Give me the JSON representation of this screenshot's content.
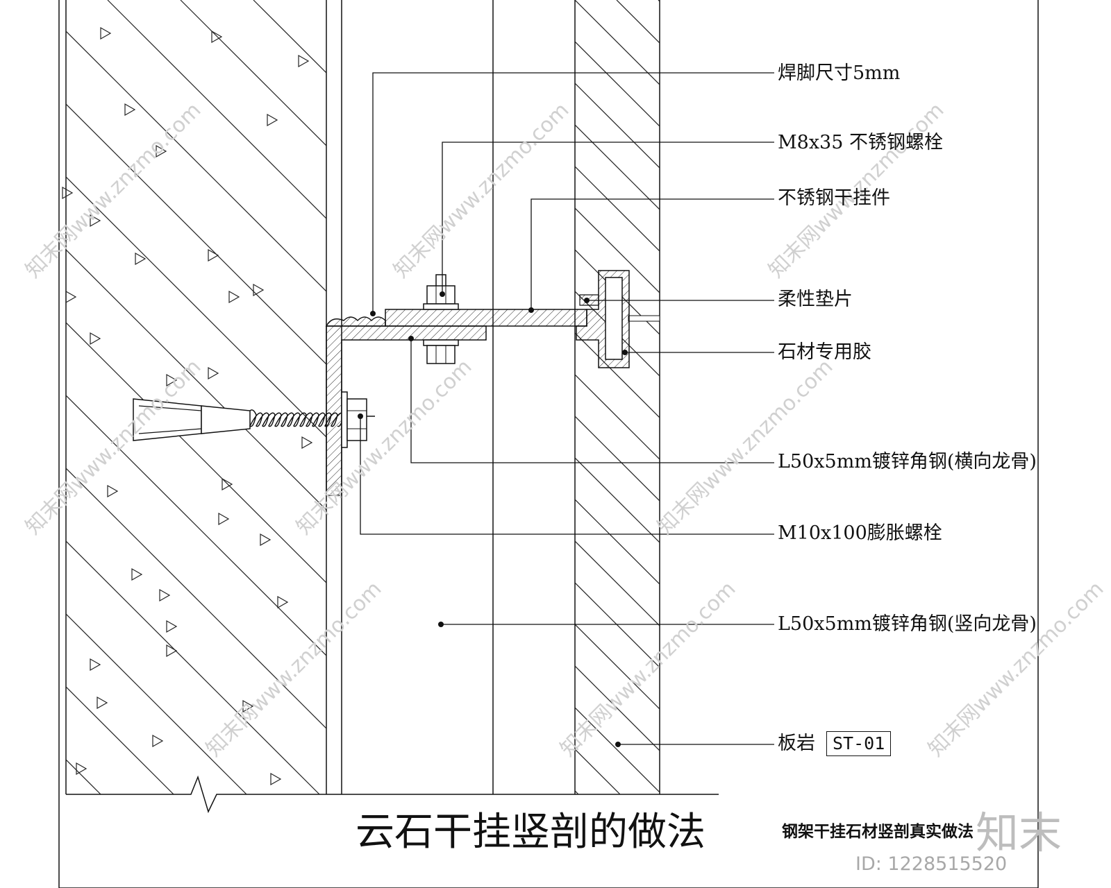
{
  "labels": {
    "weld": "焊脚尺寸5mm",
    "bolt_m8": "M8x35 不锈钢螺栓",
    "hanger": "不锈钢干挂件",
    "pad": "柔性垫片",
    "glue": "石材专用胶",
    "angle_h": "L50x5mm镀锌角钢(横向龙骨)",
    "bolt_m10": "M10x100膨胀螺栓",
    "angle_v": "L50x5mm镀锌角钢(竖向龙骨)",
    "slate": "板岩",
    "slate_code": "ST-01"
  },
  "title": "云石干挂竖剖的做法",
  "subtitle": "钢架干挂石材竖剖真实做法",
  "watermark": {
    "logo": "知末",
    "id": "ID: 1228515520",
    "text": "知末网www.znzmo.com"
  }
}
